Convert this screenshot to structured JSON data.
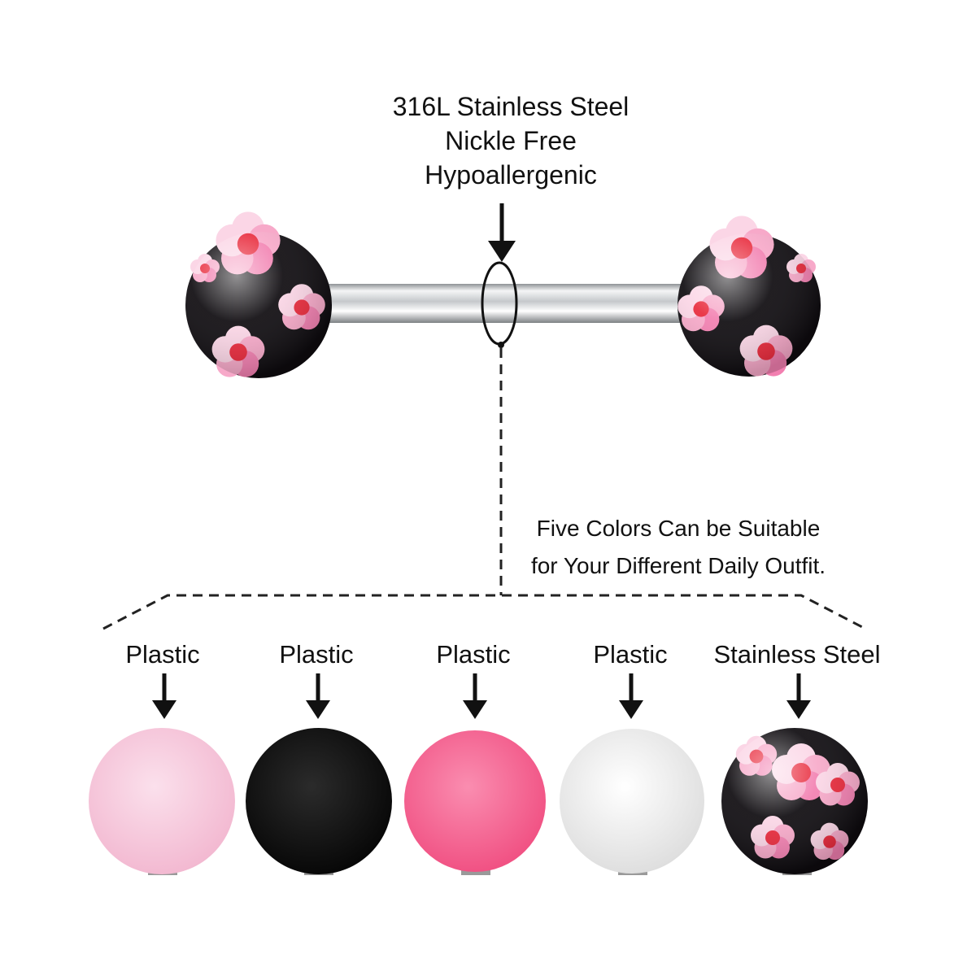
{
  "material_callout": {
    "line1": "316L Stainless Steel",
    "line2": "Nickle Free",
    "line3": "Hypoallergenic"
  },
  "colors_note": {
    "line1": "Five Colors Can be Suitable",
    "line2": "for Your Different Daily Outfit."
  },
  "ball_options": [
    {
      "label": "Plastic",
      "color": "#f6c6dc",
      "pattern": "solid"
    },
    {
      "label": "Plastic",
      "color": "#0b0b0b",
      "pattern": "solid"
    },
    {
      "label": "Plastic",
      "color": "#f5628e",
      "pattern": "solid"
    },
    {
      "label": "Plastic",
      "color": "#f3f3f3",
      "pattern": "solid"
    },
    {
      "label": "Stainless Steel",
      "color": "#140a10",
      "pattern": "floral"
    }
  ],
  "colors": {
    "bar_steel": "#d7d9dc",
    "flower_pink": "#f25b9a",
    "flower_red": "#e8283a",
    "ball_black": "#0e0b0f"
  }
}
